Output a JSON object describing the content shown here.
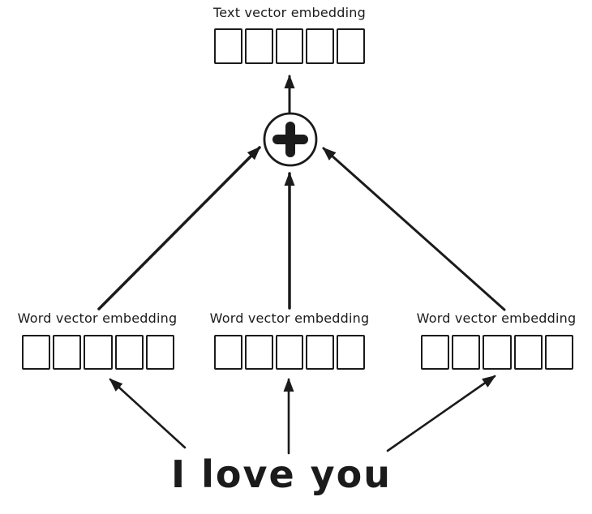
{
  "colors": {
    "background": "#ffffff",
    "ink": "#1b1b1b"
  },
  "diagram": {
    "sentence": "I love you",
    "text_embedding": {
      "label": "Text vector embedding",
      "cells": 5
    },
    "sum_node": {
      "icon": "plus-icon",
      "symbol": "+"
    },
    "word_embeddings": [
      {
        "label": "Word vector embedding",
        "cells": 5
      },
      {
        "label": "Word vector embedding",
        "cells": 5
      },
      {
        "label": "Word vector embedding",
        "cells": 5
      }
    ],
    "edges": [
      {
        "from": "sentence",
        "to": "word-embedding-1"
      },
      {
        "from": "sentence",
        "to": "word-embedding-2"
      },
      {
        "from": "sentence",
        "to": "word-embedding-3"
      },
      {
        "from": "word-embedding-1",
        "to": "sum-node"
      },
      {
        "from": "word-embedding-2",
        "to": "sum-node"
      },
      {
        "from": "word-embedding-3",
        "to": "sum-node"
      },
      {
        "from": "sum-node",
        "to": "text-embedding"
      }
    ]
  }
}
